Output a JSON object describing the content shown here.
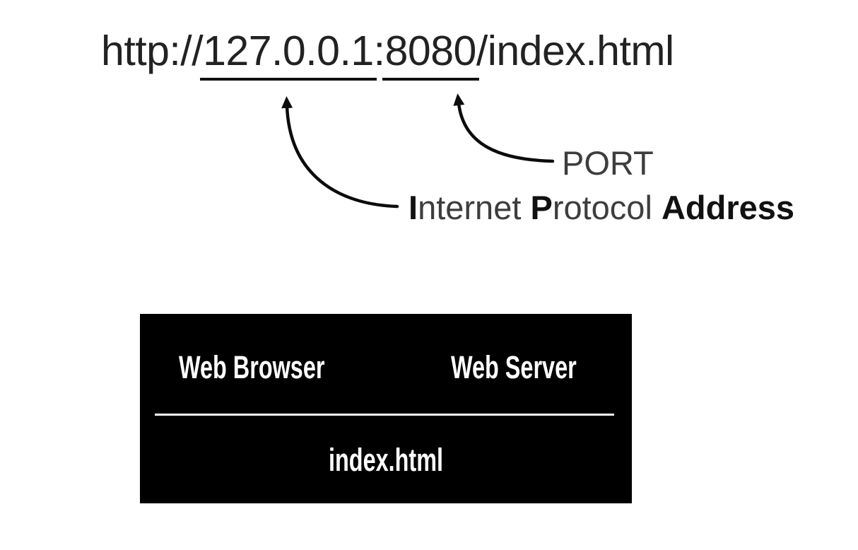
{
  "url": {
    "prefix": "http://",
    "ip": "127.0.0.1",
    "separator": ":",
    "port": "8080",
    "path": "/index.html"
  },
  "labels": {
    "port": "PORT",
    "ip_bold_1": "I",
    "ip_regular_1": "nternet ",
    "ip_bold_2": "P",
    "ip_regular_2": "rotocol ",
    "ip_bold_3": "Address"
  },
  "box": {
    "left_title": "Web Browser",
    "right_title": "Web Server",
    "file_name": "index.html"
  },
  "colors": {
    "background": "#ffffff",
    "url_text": "#222222",
    "underline": "#111111",
    "arrow": "#0c0c0c",
    "label_light": "#3d3d3d",
    "label_bold": "#111111",
    "box_background": "#000000",
    "box_text": "#ffffff",
    "divider": "#fdfdfd"
  }
}
